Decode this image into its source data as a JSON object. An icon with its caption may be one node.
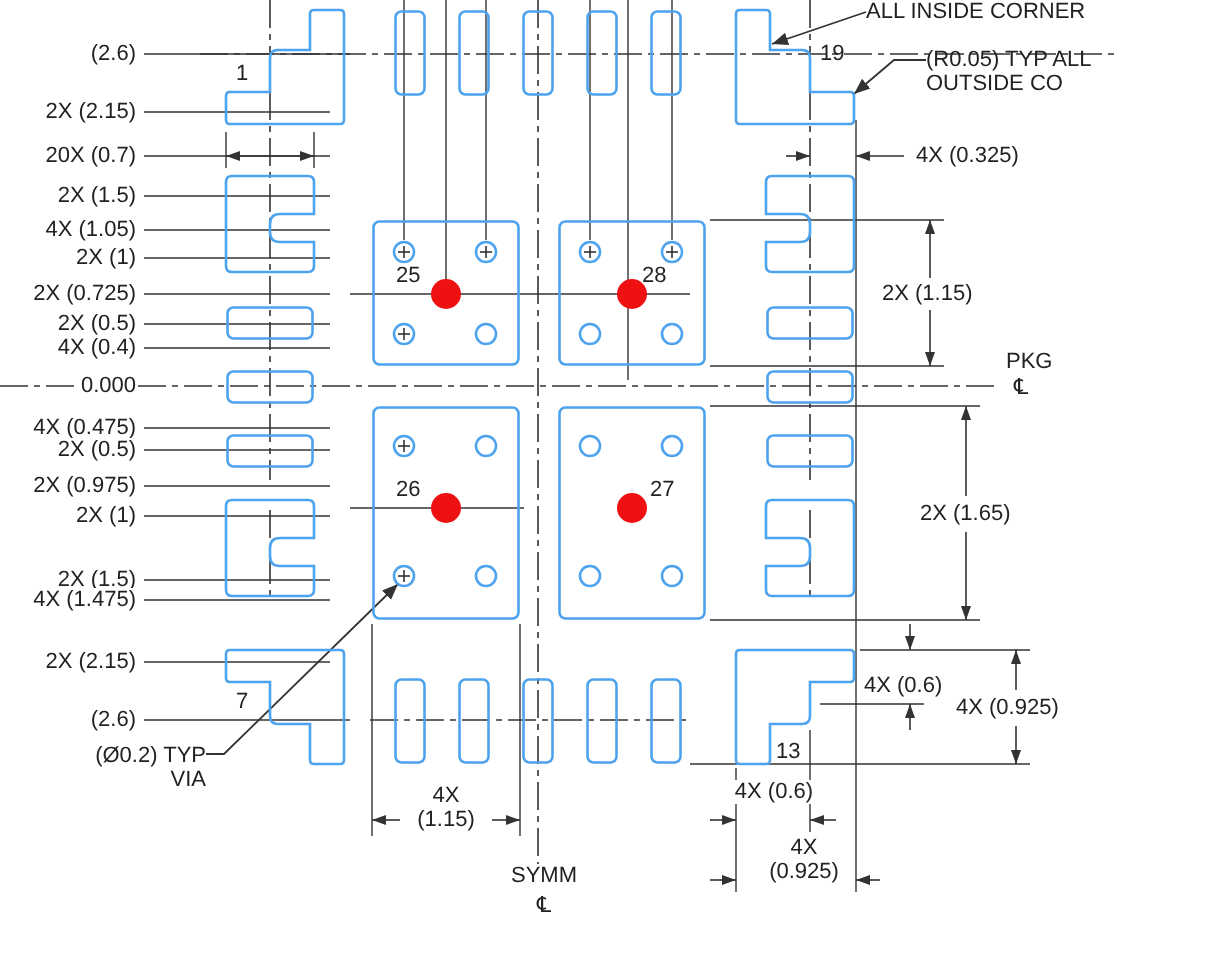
{
  "diagram": {
    "nodes": [
      {
        "text": [
          "1"
        ]
      },
      {
        "text": [],
        "shape": "box"
      },
      {
        "text": [],
        "shape": "box"
      },
      {
        "text": [],
        "shape": "box"
      },
      {
        "text": [],
        "shape": "box"
      },
      {
        "text": [],
        "shape": "box"
      },
      {
        "text": [
          "19"
        ]
      },
      {
        "text": [],
        "shape": "box"
      },
      {
        "text": [],
        "shape": "box"
      },
      {
        "text": [
          "25"
        ]
      },
      {
        "text": [
          "28"
        ]
      },
      {
        "text": [],
        "shape": "box"
      },
      {
        "text": [],
        "shape": "box"
      },
      {
        "text": [],
        "shape": "box"
      },
      {
        "text": [],
        "shape": "box"
      },
      {
        "text": [],
        "shape": "box"
      },
      {
        "text": [],
        "shape": "box"
      },
      {
        "text": [
          "26"
        ]
      },
      {
        "text": [
          "27"
        ]
      },
      {
        "text": [],
        "shape": "circle",
        "in": 17
      },
      {
        "text": [],
        "shape": "box"
      },
      {
        "text": [],
        "shape": "box"
      },
      {
        "text": [
          "7"
        ]
      },
      {
        "text": [],
        "shape": "box"
      },
      {
        "text": [],
        "shape": "box"
      },
      {
        "text": [],
        "shape": "box"
      },
      {
        "text": [],
        "shape": "box"
      },
      {
        "text": [],
        "shape": "box"
      },
      {
        "text": [
          "13"
        ]
      },
      {
        "text": [
          "ALL INSIDE CORNER"
        ]
      },
      {
        "text": [
          "(R0.05) TYP ALL OUTSIDE CO"
        ]
      },
      {
        "text": [
          "(Ø0.2) TYP VIA"
        ]
      },
      {
        "text": [],
        "shape": "circle",
        "in": 9
      },
      {
        "text": [],
        "shape": "circle",
        "in": 9
      },
      {
        "text": [],
        "shape": "circle",
        "in": 9
      },
      {
        "text": [],
        "shape": "circle",
        "in": 9
      },
      {
        "text": [],
        "shape": "circle",
        "in": 10
      },
      {
        "text": [],
        "shape": "circle",
        "in": 10
      },
      {
        "text": [],
        "shape": "circle",
        "in": 10
      },
      {
        "text": [],
        "shape": "circle",
        "in": 10
      },
      {
        "text": [],
        "shape": "circle",
        "in": 17
      },
      {
        "text": [],
        "shape": "circle",
        "in": 17
      },
      {
        "text": [],
        "shape": "circle",
        "in": 17
      },
      {
        "text": [],
        "shape": "circle",
        "in": 18
      },
      {
        "text": [],
        "shape": "circle",
        "in": 18
      },
      {
        "text": [],
        "shape": "circle",
        "in": 18
      },
      {
        "text": [],
        "shape": "circle",
        "in": 18
      }
    ],
    "edges": [
      {
        "from": 29,
        "to": 6,
        "arrow": "to"
      },
      {
        "from": 30,
        "to": 6,
        "arrow": "to"
      },
      {
        "from": 31,
        "to": 19,
        "arrow": "to"
      }
    ],
    "labels": [
      "(2.6)",
      "2X (2.15)",
      "20X (0.7)",
      "2X (1.5)",
      "4X (1.05)",
      "2X (1)",
      "2X (0.725)",
      "2X (0.5)",
      "4X (0.4)",
      "0.000",
      "4X (0.475)",
      "2X (0.5)",
      "2X (0.975)",
      "2X (1)",
      "2X (1.5)",
      "4X (1.475)",
      "2X (2.15)",
      "(2.6)",
      "4X (0.325)",
      "2X (1.15)",
      "PKG",
      "℄",
      "2X (1.65)",
      "4X (0.6)",
      "4X (0.925)",
      "4X (1.15)",
      "SYMM",
      "℄",
      "4X (0.6)",
      "4X (0.925)"
    ]
  }
}
